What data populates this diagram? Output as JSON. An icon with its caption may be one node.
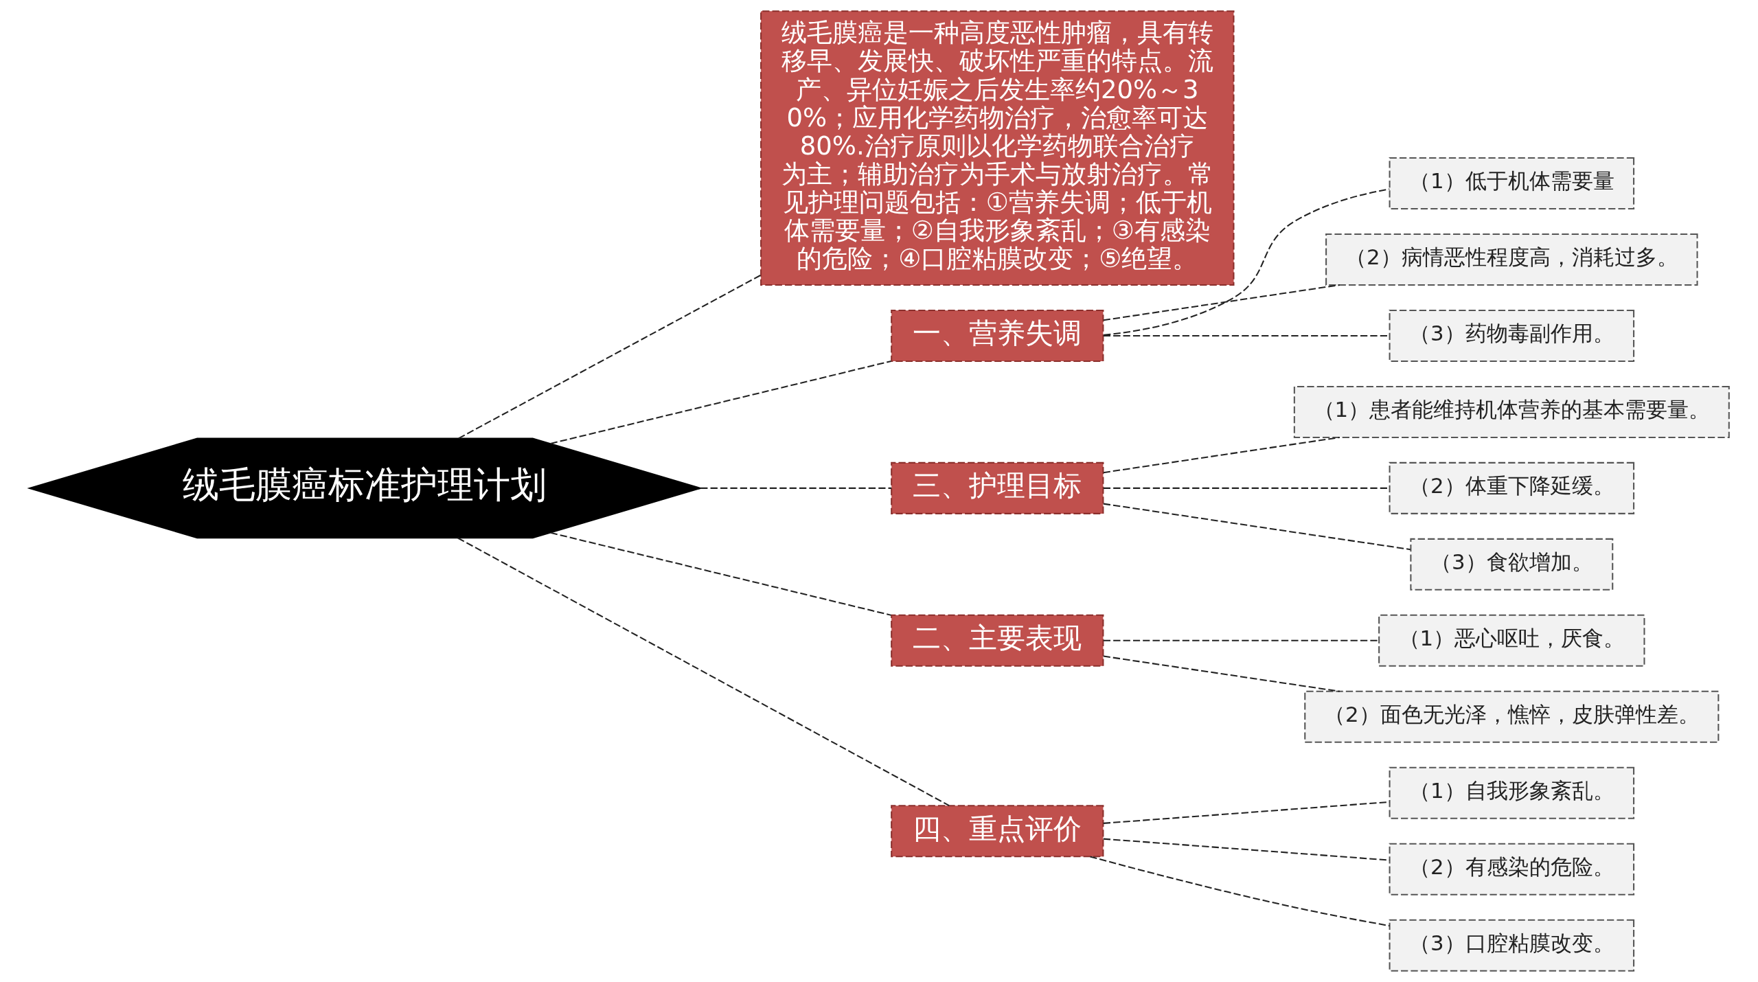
{
  "diagram": {
    "nodes": [
      {
        "text": [
          "绒毛膜癌标准护理计划"
        ]
      },
      {
        "text": [
          "绒毛膜癌是一种高度恶性肿瘤，具有转移早、发展快、破坏性严重的特点。流产、异位妊娠之后发生率约20%～30%；应用化学药物治疗，治愈率可达80%.治疗原则以化学药物联合治疗为主；辅助治疗为手术与放射治疗。常见护理问题包括：①营养失调；低于机体需要量；②自我形象紊乱；③有感染的危险；④口腔粘膜改变；⑤绝望。"
        ]
      },
      {
        "text": [
          "一、营养失调"
        ]
      },
      {
        "text": [
          "（1）低于机体需要量"
        ]
      },
      {
        "text": [
          "（2）病情恶性程度高，消耗过多。"
        ]
      },
      {
        "text": [
          "（3）药物毒副作用。"
        ]
      },
      {
        "text": [
          "三、护理目标"
        ]
      },
      {
        "text": [
          "（1）患者能维持机体营养的基本需要量。"
        ]
      },
      {
        "text": [
          "（2）体重下降延缓。"
        ]
      },
      {
        "text": [
          "（3）食欲增加。"
        ]
      },
      {
        "text": [
          "二、主要表现"
        ]
      },
      {
        "text": [
          "（1）恶心呕吐，厌食。"
        ]
      },
      {
        "text": [
          "（2）面色无光泽，憔悴，皮肤弹性差。"
        ]
      },
      {
        "text": [
          "四、重点评价"
        ]
      },
      {
        "text": [
          "（1）自我形象紊乱。"
        ]
      },
      {
        "text": [
          "（2）有感染的危险。"
        ]
      },
      {
        "text": [
          "（3）口腔粘膜改变。"
        ]
      }
    ],
    "edges": [
      {
        "from": 0,
        "to": 1,
        "arrow": "none",
        "style": "dashed"
      },
      {
        "from": 0,
        "to": 2,
        "arrow": "none",
        "style": "dashed"
      },
      {
        "from": 2,
        "to": 3,
        "arrow": "none",
        "style": "dashed"
      },
      {
        "from": 2,
        "to": 4,
        "arrow": "none",
        "style": "dashed"
      },
      {
        "from": 2,
        "to": 5,
        "arrow": "none",
        "style": "dashed"
      },
      {
        "from": 0,
        "to": 6,
        "arrow": "none",
        "style": "dashed"
      },
      {
        "from": 6,
        "to": 7,
        "arrow": "none",
        "style": "dashed"
      },
      {
        "from": 6,
        "to": 8,
        "arrow": "none",
        "style": "dashed"
      },
      {
        "from": 6,
        "to": 9,
        "arrow": "none",
        "style": "dashed"
      },
      {
        "from": 0,
        "to": 10,
        "arrow": "none",
        "style": "dashed"
      },
      {
        "from": 10,
        "to": 11,
        "arrow": "none",
        "style": "dashed"
      },
      {
        "from": 10,
        "to": 12,
        "arrow": "none",
        "style": "dashed"
      },
      {
        "from": 0,
        "to": 13,
        "arrow": "none",
        "style": "dashed"
      },
      {
        "from": 13,
        "to": 14,
        "arrow": "none",
        "style": "dashed"
      },
      {
        "from": 13,
        "to": 15,
        "arrow": "none",
        "style": "dashed"
      },
      {
        "from": 13,
        "to": 16,
        "arrow": "none",
        "style": "dashed"
      }
    ]
  }
}
